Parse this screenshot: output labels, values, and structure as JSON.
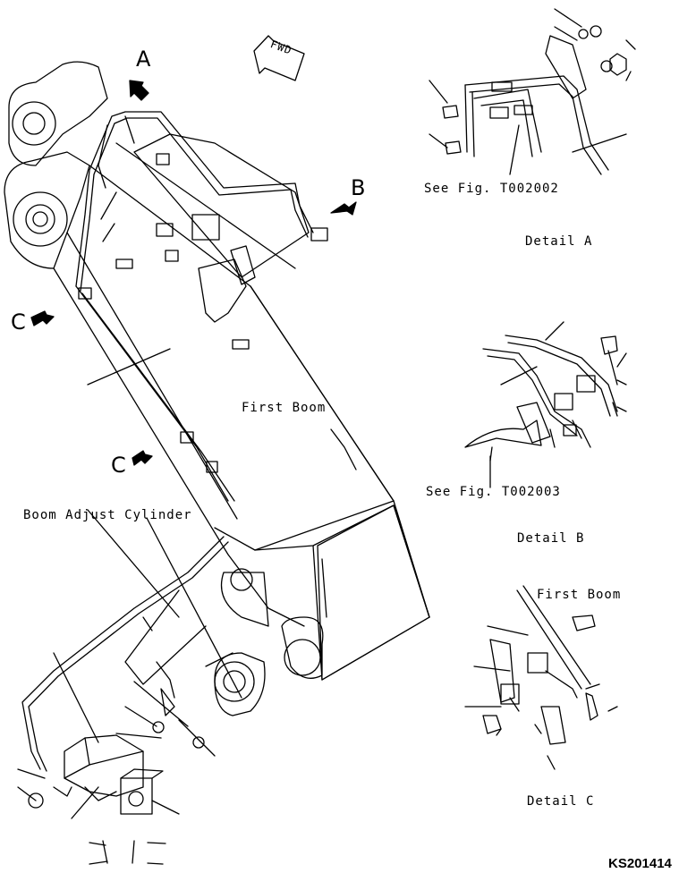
{
  "labels": {
    "view_a": "A",
    "view_b": "B",
    "view_c": "C",
    "fwd": "FWD",
    "first_boom": "First Boom",
    "boom_adjust_cylinder": "Boom Adjust Cylinder",
    "see_fig_a": "See Fig. T002002",
    "detail_a": "Detail A",
    "see_fig_b": "See Fig. T002003",
    "detail_b": "Detail B",
    "detail_c_first_boom": "First Boom",
    "detail_c": "Detail C",
    "drawing_code": "KS201414"
  },
  "colors": {
    "line": "#000000",
    "background": "#ffffff"
  }
}
